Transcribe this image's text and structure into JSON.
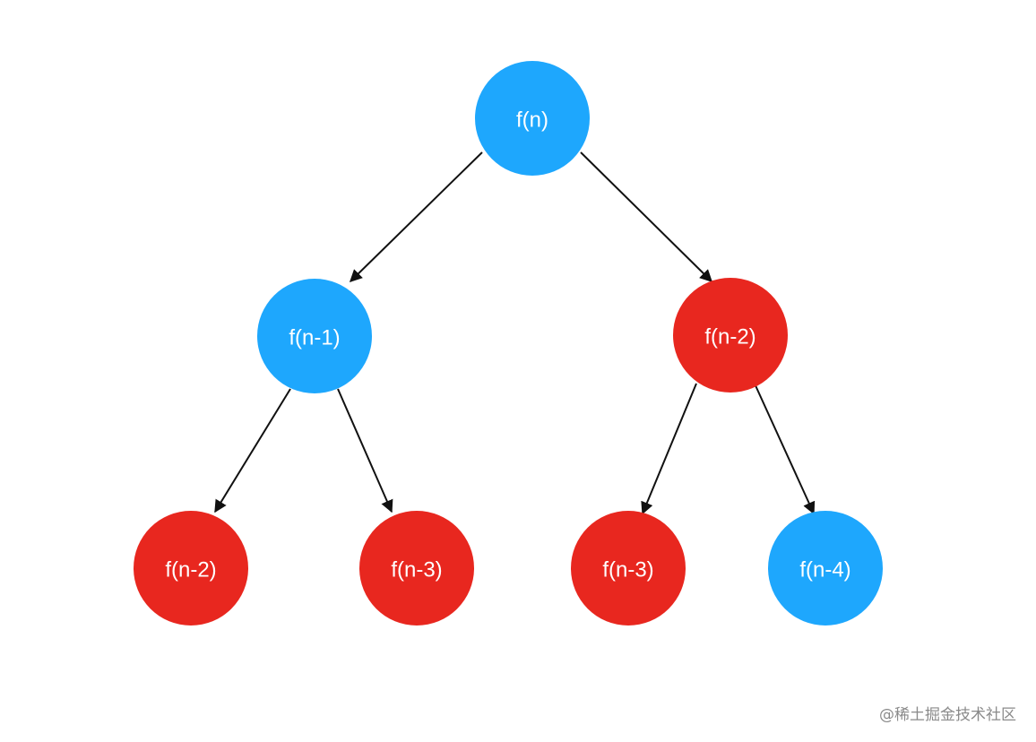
{
  "diagram": {
    "type": "binary-recursion-tree",
    "nodes": [
      {
        "id": "root",
        "label": "f(n)",
        "color": "#1ea7fd"
      },
      {
        "id": "l",
        "label": "f(n-1)",
        "color": "#1ea7fd"
      },
      {
        "id": "r",
        "label": "f(n-2)",
        "color": "#e8271f"
      },
      {
        "id": "ll",
        "label": "f(n-2)",
        "color": "#e8271f"
      },
      {
        "id": "lr",
        "label": "f(n-3)",
        "color": "#e8271f"
      },
      {
        "id": "rl",
        "label": "f(n-3)",
        "color": "#e8271f"
      },
      {
        "id": "rr",
        "label": "f(n-4)",
        "color": "#1ea7fd"
      }
    ],
    "edges": [
      {
        "from": "root",
        "to": "l"
      },
      {
        "from": "root",
        "to": "r"
      },
      {
        "from": "l",
        "to": "ll"
      },
      {
        "from": "l",
        "to": "lr"
      },
      {
        "from": "r",
        "to": "rl"
      },
      {
        "from": "r",
        "to": "rr"
      }
    ]
  },
  "colors": {
    "repeated_node": "#e8271f",
    "unique_node": "#1ea7fd",
    "edge": "#111111"
  },
  "watermark": "@稀土掘金技术社区"
}
